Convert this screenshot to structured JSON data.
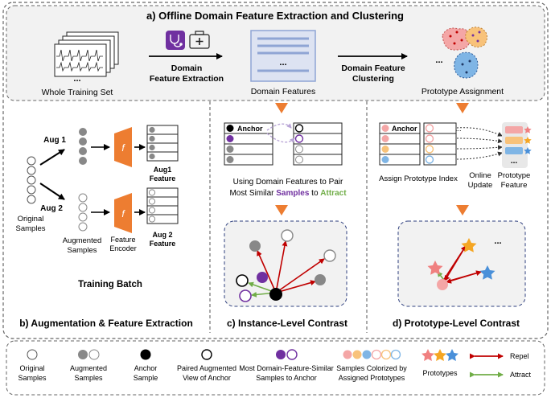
{
  "panel_a": {
    "title": "a)  Offline Domain Feature Extraction and Clustering",
    "whole_training_set": "Whole Training Set",
    "ellipsis": "...",
    "domain_feature_extraction_line1": "Domain",
    "domain_feature_extraction_line2": "Feature Extraction",
    "domain_features": "Domain Features",
    "domain_feature_clustering_line1": "Domain Feature",
    "domain_feature_clustering_line2": "Clustering",
    "prototype_assignment": "Prototype Assignment",
    "clusters_ellipsis": "..."
  },
  "panel_b": {
    "aug1": "Aug 1",
    "aug2": "Aug 2",
    "f_symbol": "f",
    "aug1_feature_line1": "Aug1",
    "aug1_feature_line2": "Feature",
    "aug2_feature_line1": "Aug 2",
    "aug2_feature_line2": "Feature",
    "original_samples_line1": "Original",
    "original_samples_line2": "Samples",
    "augmented_samples_line1": "Augmented",
    "augmented_samples_line2": "Samples",
    "feature_encoder_line1": "Feature",
    "feature_encoder_line2": "Encoder",
    "training_batch": "Training Batch",
    "caption": "b) Augmentation & Feature Extraction"
  },
  "panel_c": {
    "anchor": "Anchor",
    "desc_line1": "Using Domain Features to Pair",
    "desc_line2_a": "Most Similar ",
    "desc_line2_b": "Samples",
    "desc_line2_c": " to ",
    "desc_line2_d": "Attract",
    "caption": "c) Instance-Level Contrast"
  },
  "panel_d": {
    "anchor": "Anchor",
    "assign_index": "Assign Prototype Index",
    "online_update_line1": "Online",
    "online_update_line2": "Update",
    "prototype_feature_line1": "Prototype",
    "prototype_feature_line2": "Feature",
    "ellipsis": "...",
    "prototypes_ellipsis": "...",
    "caption": "d) Prototype-Level Contrast"
  },
  "legend": {
    "original_samples_line1": "Original",
    "original_samples_line2": "Samples",
    "augmented_samples_line1": "Augmented",
    "augmented_samples_line2": "Samples",
    "anchor_sample_line1": "Anchor",
    "anchor_sample_line2": "Sample",
    "paired_line1": "Paired Augmented",
    "paired_line2": "View of Anchor",
    "most_similar_line1": "Most Domain-Feature-Similar",
    "most_similar_line2": "Samples to Anchor",
    "colorized_line1": "Samples Colorized by",
    "colorized_line2": "Assigned Prototypes",
    "prototypes": "Prototypes",
    "repel": "Repel",
    "attract": "Attract"
  },
  "colors": {
    "orange": "#ED7D31",
    "purple": "#7030A0",
    "green": "#70AD47",
    "red": "#C00000",
    "panel_bg": "#F2F2F2",
    "feature_blue": "#DDE3F2",
    "proto_pink": "#F4A6A6",
    "proto_orange": "#F8C27A",
    "proto_blue": "#7FB5E5"
  }
}
